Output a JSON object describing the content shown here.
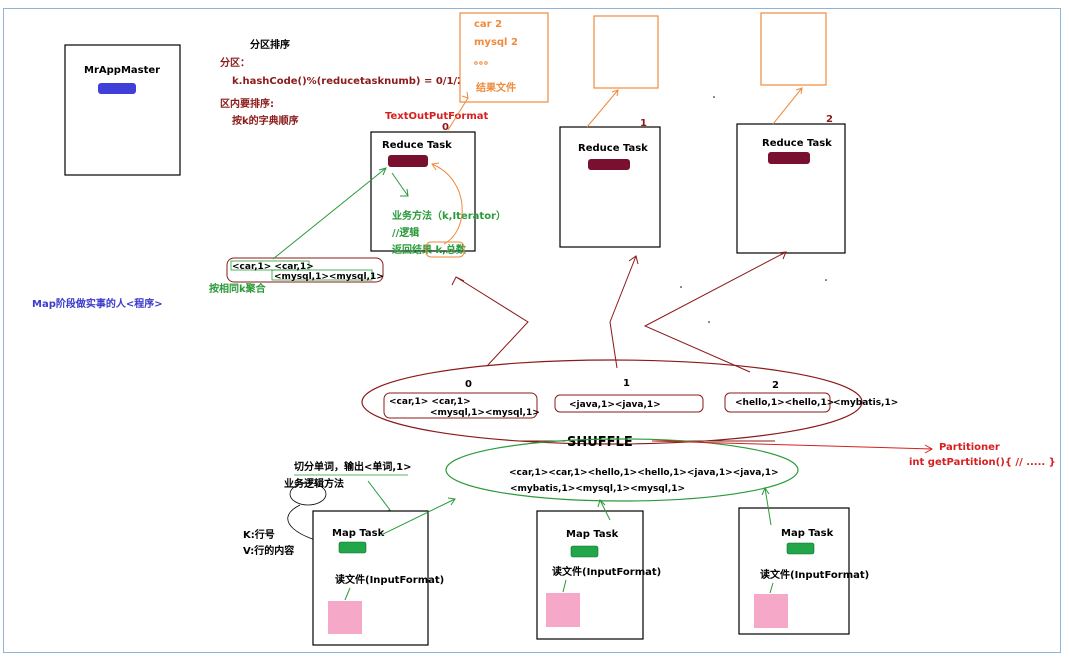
{
  "app_master": {
    "title": "MrAppMaster"
  },
  "partition_notes": {
    "title": "分区排序",
    "partition_label": "分区：",
    "partition_formula": "k.hashCode()%(reducetasknumb) = 0/1/2",
    "sort_label": "区内要排序:",
    "sort_rule": "按k的字典顺序"
  },
  "map_note": "Map阶段做实事的人<程序>",
  "output_format": "TextOutPutFormat",
  "result_file": {
    "line1": "car   2",
    "line2": "mysql  2",
    "dots": "。。。",
    "label": "结果文件"
  },
  "reduce_tasks": [
    {
      "index": "0",
      "title": "Reduce Task"
    },
    {
      "index": "1",
      "title": "Reduce Task"
    },
    {
      "index": "2",
      "title": "Reduce Task"
    }
  ],
  "reduce_logic": {
    "line1": "业务方法（k,Iterator）",
    "line2": "//逻辑",
    "line3": "返回结果  k,总数"
  },
  "group_box": {
    "row1": "<car,1>  <car,1>",
    "row2": "<mysql,1><mysql,1>",
    "caption": "按相同k聚合"
  },
  "partitions": [
    {
      "index": "0",
      "row1": "<car,1>  <car,1>",
      "row2": "<mysql,1><mysql,1>"
    },
    {
      "index": "1",
      "row1": "<java,1><java,1>",
      "row2": ""
    },
    {
      "index": "2",
      "row1": "<hello,1><hello,1>",
      "row2": "<mybatis,1>"
    }
  ],
  "shuffle": {
    "label": "SHUFFLE",
    "row1": "<car,1><car,1><hello,1><hello,1><java,1><java,1>",
    "row2": "<mybatis,1><mysql,1><mysql,1>"
  },
  "partitioner": {
    "line1": "Partitioner",
    "line2": "int getPartition(){    //     ..... }"
  },
  "map_notes": {
    "split_words": "切分单词，输出<单词,1>",
    "business_method": "业务逻辑方法",
    "key_desc": "K:行号",
    "value_desc": "V:行的内容"
  },
  "map_tasks": [
    {
      "title": "Map Task",
      "input": "读文件(InputFormat)"
    },
    {
      "title": "Map Task",
      "input": "读文件(InputFormat)"
    },
    {
      "title": "Map Task",
      "input": "读文件(InputFormat)"
    }
  ],
  "colors": {
    "dark_red": "#8b1a1a",
    "blue_text": "#3b3bcc",
    "green": "#2a9a3a",
    "orange": "#f08a3c",
    "red": "#d62020",
    "maroon_bar": "#7a1030",
    "blue_bar": "#4040d8",
    "green_bar": "#22a64a",
    "pink_file": "#f6a8c8"
  }
}
